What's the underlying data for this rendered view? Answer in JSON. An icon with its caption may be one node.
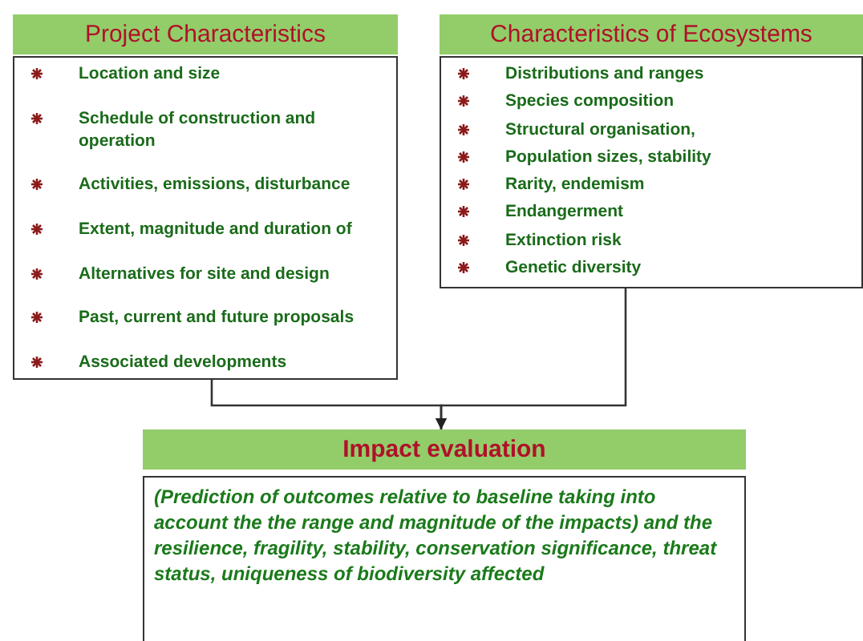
{
  "diagram": {
    "nodes": [
      {
        "text": [
          "Project Characteristics",
          "Location and size",
          "Schedule of construction and operation",
          "Activities, emissions, disturbance",
          "Extent, magnitude and duration of",
          "Alternatives for site and design",
          "Past, current and future proposals",
          "Associated developments"
        ]
      },
      {
        "text": [
          "Characteristics of Ecosystems",
          "Distributions and ranges",
          "Species composition",
          "Structural organisation,",
          "Population sizes, stability",
          "Rarity, endemism",
          "Endangerment",
          "Extinction risk",
          "Genetic diversity"
        ]
      },
      {
        "text": [
          "Impact evaluation",
          "(Prediction of outcomes relative to baseline taking into account the the range and magnitude of the impacts) and the resilience, fragility, stability, conservation significance, threat status, uniqueness of biodiversity affected"
        ]
      }
    ],
    "edges": [
      {
        "from": 0,
        "to": 2,
        "arrow": "to"
      },
      {
        "from": 1,
        "to": 2,
        "arrow": "to"
      }
    ]
  }
}
